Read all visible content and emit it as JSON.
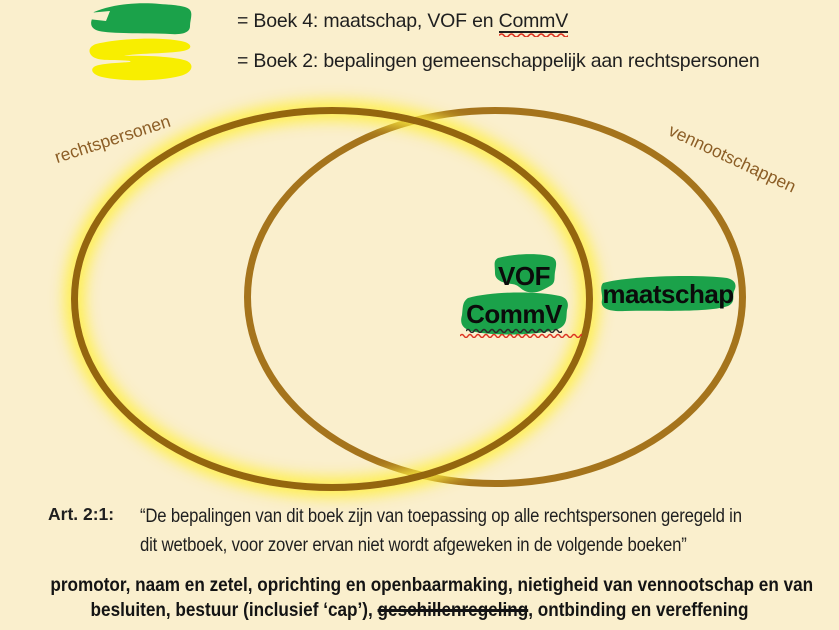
{
  "slide": {
    "background_color": "#FAEFCD",
    "text_color": "#1f1f1f"
  },
  "legend": {
    "items": [
      {
        "swatch": "green-highlighter",
        "swatch_color": "#1BA24A",
        "prefix": "= Boek 4: maatschap, VOF en ",
        "underlined": "CommV"
      },
      {
        "swatch": "yellow-highlighter",
        "swatch_color": "#F8EE00",
        "label": "= Boek 2: bepalingen gemeenschappelijk aan rechtspersonen"
      }
    ]
  },
  "venn": {
    "left_circle": {
      "label": "rechtspersonen",
      "stroke_color": "#94660E",
      "glow_color": "#FFEE40"
    },
    "right_circle": {
      "label": "vennootschappen",
      "stroke_color": "#A5741C"
    },
    "label_color": "#8C5E26",
    "highlight_color": "#1BA24A",
    "overlap_terms": [
      "VOF",
      "CommV"
    ],
    "right_only_terms": [
      "maatschap"
    ],
    "spellcheck_underline_color": "#DD3322"
  },
  "article": {
    "ref": "Art. 2:1:",
    "quote_line1": "“De bepalingen van dit boek zijn van toepassing op alle rechtspersonen geregeld in",
    "quote_line2": "dit wetboek, voor zover ervan niet wordt afgeweken in de volgende boeken”"
  },
  "footer": {
    "line1": "promotor, naam en zetel, oprichting en openbaarmaking, nietigheid van vennootschap en van",
    "line2_before": "besluiten, bestuur (inclusief ‘cap’), ",
    "line2_struck": "geschillenregeling",
    "line2_after": ", ontbinding en vereffening"
  }
}
